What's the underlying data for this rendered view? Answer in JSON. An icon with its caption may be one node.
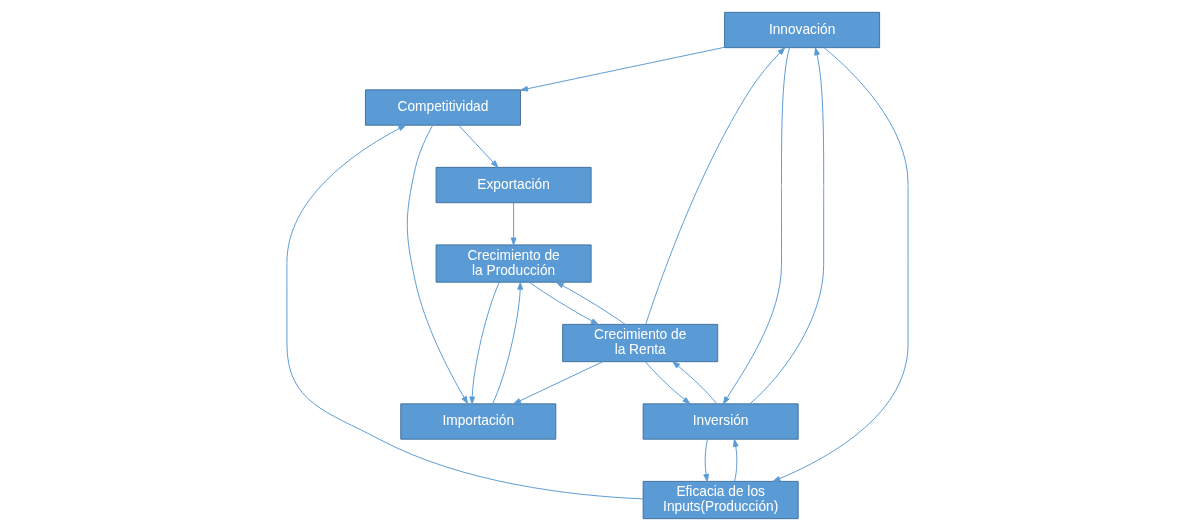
{
  "diagram": {
    "nodes": [
      {
        "text": [
          "Innovación"
        ]
      },
      {
        "text": [
          "Competitividad"
        ]
      },
      {
        "text": [
          "Exportación"
        ]
      },
      {
        "text": [
          "Importación"
        ]
      },
      {
        "text": [
          "Eficacia de los Inputs(Producción)"
        ]
      },
      {
        "text": [
          "Crecimiento de la Producción"
        ]
      },
      {
        "text": [
          "Inversión"
        ]
      },
      {
        "text": [
          "Crecimiento de la Renta"
        ]
      }
    ],
    "edges": [
      {
        "from": 0,
        "to": 1,
        "arrow": "to"
      },
      {
        "from": 1,
        "to": 2,
        "arrow": "to"
      },
      {
        "from": 1,
        "to": 3,
        "arrow": "to"
      },
      {
        "from": 2,
        "to": 5,
        "arrow": "to"
      },
      {
        "from": 3,
        "to": 5,
        "arrow": "to"
      },
      {
        "from": 0,
        "to": 4,
        "arrow": "to"
      },
      {
        "from": 4,
        "to": 1,
        "arrow": "to"
      },
      {
        "from": 0,
        "to": 6,
        "arrow": "to"
      },
      {
        "from": 6,
        "to": 0,
        "arrow": "to"
      },
      {
        "from": 6,
        "to": 4,
        "arrow": "to"
      },
      {
        "from": 4,
        "to": 6,
        "arrow": "to"
      },
      {
        "from": 5,
        "to": 3,
        "arrow": "to"
      },
      {
        "from": 5,
        "to": 7,
        "arrow": "to"
      },
      {
        "from": 7,
        "to": 5,
        "arrow": "to"
      },
      {
        "from": 7,
        "to": 3,
        "arrow": "to"
      },
      {
        "from": 7,
        "to": 6,
        "arrow": "to"
      },
      {
        "from": 6,
        "to": 7,
        "arrow": "to"
      },
      {
        "from": 7,
        "to": 0,
        "arrow": "to"
      }
    ]
  }
}
